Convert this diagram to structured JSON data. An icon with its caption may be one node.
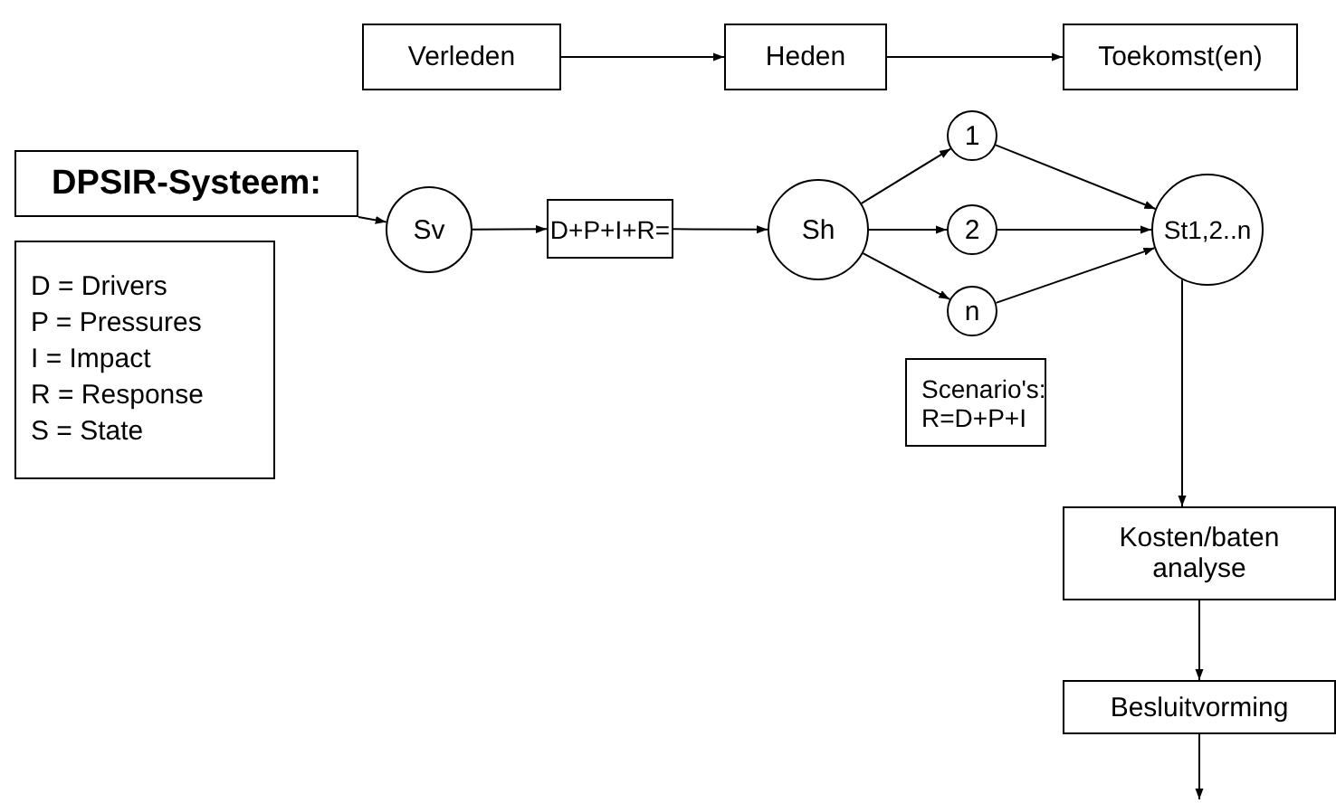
{
  "diagram": {
    "nodes": [
      {
        "text": [
          "Verleden"
        ]
      },
      {
        "text": [
          "Heden"
        ]
      },
      {
        "text": [
          "Toekomst(en)"
        ]
      },
      {
        "text": [
          "DPSIR-Systeem:"
        ]
      },
      {
        "text": [
          "D = Drivers",
          "P = Pressures",
          "I  = Impact",
          "R = Response",
          "S = State"
        ]
      },
      {
        "text": [
          "Sv"
        ]
      },
      {
        "text": [
          "D+P+I+R="
        ]
      },
      {
        "text": [
          "Sh"
        ]
      },
      {
        "text": [
          "1"
        ]
      },
      {
        "text": [
          "2"
        ]
      },
      {
        "text": [
          "n"
        ]
      },
      {
        "text": [
          "St1,2..n"
        ]
      },
      {
        "text": [
          "Scenario's:",
          "R=D+P+I"
        ]
      },
      {
        "text": [
          "Kosten/baten analyse"
        ]
      },
      {
        "text": [
          "Besluitvorming"
        ]
      }
    ],
    "edges": [
      {
        "from": 0,
        "to": 1,
        "arrow": "to"
      },
      {
        "from": 1,
        "to": 2,
        "arrow": "to"
      },
      {
        "from": 3,
        "to": 5,
        "arrow": "to"
      },
      {
        "from": 5,
        "to": 6,
        "arrow": "to"
      },
      {
        "from": 6,
        "to": 7,
        "arrow": "to"
      },
      {
        "from": 7,
        "to": 8,
        "arrow": "to"
      },
      {
        "from": 7,
        "to": 9,
        "arrow": "to"
      },
      {
        "from": 7,
        "to": 10,
        "arrow": "to"
      },
      {
        "from": 8,
        "to": 11,
        "arrow": "to"
      },
      {
        "from": 9,
        "to": 11,
        "arrow": "to"
      },
      {
        "from": 10,
        "to": 11,
        "arrow": "to"
      },
      {
        "from": 11,
        "to": 13,
        "arrow": "to"
      },
      {
        "from": 13,
        "to": 14,
        "arrow": "to"
      },
      {
        "from": 14,
        "to": null,
        "arrow": "to"
      }
    ]
  }
}
